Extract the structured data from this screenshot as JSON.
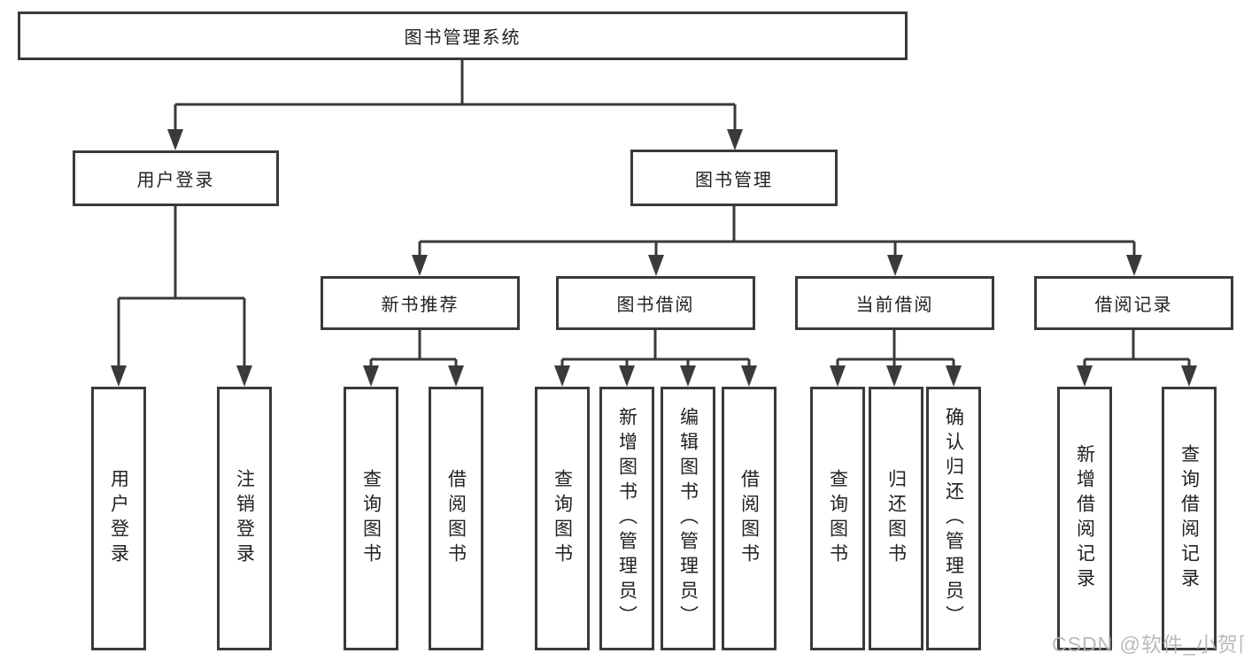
{
  "diagram": {
    "root": "图书管理系统",
    "level2": [
      "用户登录",
      "图书管理"
    ],
    "level3": [
      "新书推荐",
      "图书借阅",
      "当前借阅",
      "借阅记录"
    ],
    "leaves": {
      "user_login": [
        "用户登录",
        "注销登录"
      ],
      "new_books": [
        "查询图书",
        "借阅图书"
      ],
      "book_borrowing": [
        "查询图书",
        "新增图书（管理员）",
        "编辑图书（管理员）",
        "借阅图书"
      ],
      "current_borrowing": [
        "查询图书",
        "归还图书",
        "确认归还（管理员）"
      ],
      "borrowing_records": [
        "新增借阅记录",
        "查询借阅记录"
      ]
    }
  },
  "watermark": "CSDN @软件_小贺同学",
  "colors": {
    "line": "#3a3a3a",
    "text": "#212121",
    "watermark": "#b3b3b3"
  }
}
